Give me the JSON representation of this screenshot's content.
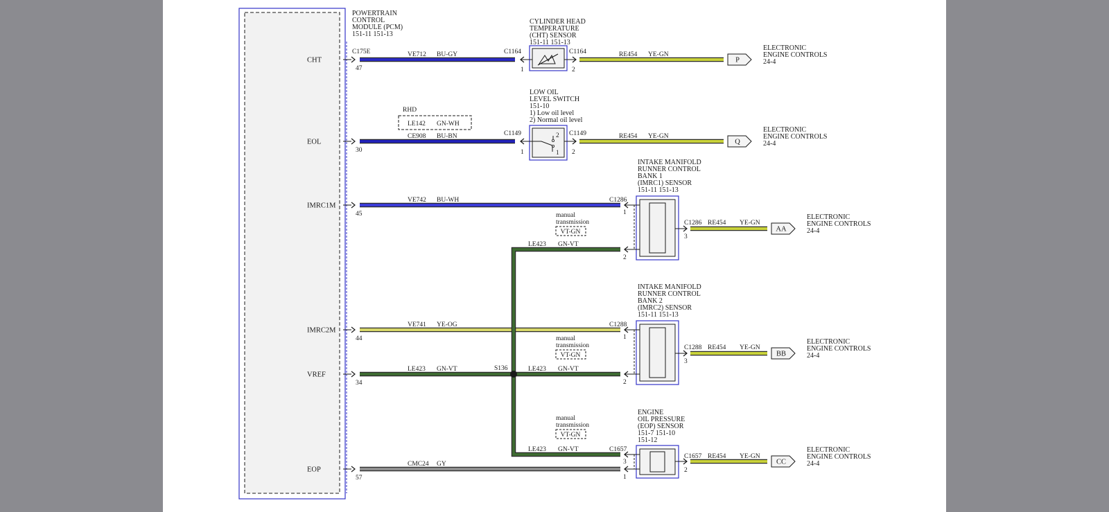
{
  "pcm": {
    "title": [
      "POWERTRAIN",
      "CONTROL",
      "MODULE (PCM)",
      "151-11   151-13"
    ],
    "connector": "C175E",
    "signals": [
      {
        "key": "cht",
        "name": "CHT",
        "pin": "47"
      },
      {
        "key": "eol",
        "name": "EOL",
        "pin": "30"
      },
      {
        "key": "imrc1m",
        "name": "IMRC1M",
        "pin": "45"
      },
      {
        "key": "imrc2m",
        "name": "IMRC2M",
        "pin": "44"
      },
      {
        "key": "vref",
        "name": "VREF",
        "pin": "34"
      },
      {
        "key": "eop",
        "name": "EOP",
        "pin": "57"
      }
    ]
  },
  "wires": {
    "cht": {
      "circuit": "VE712",
      "color_code": "BU-GY",
      "color": "#2b2bc4"
    },
    "eol": {
      "circuit": "CE908",
      "color_code": "BU-BN",
      "color": "#2222b8"
    },
    "eol_rhd": {
      "label": "RHD",
      "circuit": "LE142",
      "color_code": "GN-WH"
    },
    "imrc1m": {
      "circuit": "VE742",
      "color_code": "BU-WH",
      "color": "#3b3bd6"
    },
    "imrc2m": {
      "circuit": "VE741",
      "color_code": "YE-OG",
      "color": "#d8d86a"
    },
    "vref": {
      "circuit": "LE423",
      "color_code": "GN-VT",
      "color": "#3e6b32"
    },
    "eop": {
      "circuit": "CMC24",
      "color_code": "GY",
      "color": "#8e8e8e"
    },
    "splice": "S136",
    "vref_branch": {
      "circuit": "LE423",
      "color_code": "GN-VT"
    },
    "out": {
      "circuit": "RE454",
      "color_code": "YE-GN",
      "color": "#c9d23a"
    }
  },
  "manual_note": {
    "text": [
      "manual",
      "transmission"
    ],
    "alt_color_code": "VT-GN"
  },
  "components": {
    "cht_sensor": {
      "title": [
        "CYLINDER HEAD",
        "TEMPERATURE",
        "(CHT) SENSOR",
        "151-11   151-13"
      ],
      "conn_in": "C1164",
      "pin_in": "1",
      "conn_out": "C1164",
      "pin_out": "2"
    },
    "eol_switch": {
      "title": [
        "LOW OIL",
        "LEVEL SWITCH",
        "151-10",
        "1) Low oil level",
        "2) Normal oil level"
      ],
      "conn_in": "C1149",
      "pin_in": "1",
      "conn_out": "C1149",
      "pin_out": "2",
      "pos1": "1",
      "pos2": "2"
    },
    "imrc1": {
      "title": [
        "INTAKE MANIFOLD",
        "RUNNER CONTROL",
        "BANK 1",
        "(IMRC1) SENSOR",
        "151-11   151-13"
      ],
      "conn_in": "C1286",
      "pin_sig": "1",
      "pin_ref": "2",
      "conn_out": "C1286",
      "pin_out": "3"
    },
    "imrc2": {
      "title": [
        "INTAKE MANIFOLD",
        "RUNNER CONTROL",
        "BANK 2",
        "(IMRC2) SENSOR",
        "151-11   151-13"
      ],
      "conn_in": "C1288",
      "pin_sig": "1",
      "pin_ref": "2",
      "conn_out": "C1288",
      "pin_out": "3"
    },
    "eop_sensor": {
      "title": [
        "ENGINE",
        "OIL PRESSURE",
        "(EOP) SENSOR",
        "151-7    151-10",
        "151-12"
      ],
      "conn_in": "C1657",
      "pin_ref": "3",
      "pin_sig": "1",
      "conn_out": "C1657",
      "pin_out": "2"
    }
  },
  "destinations": [
    {
      "key": "cht",
      "tag": "P",
      "label": [
        "ELECTRONIC",
        "ENGINE CONTROLS",
        "24-4"
      ]
    },
    {
      "key": "eol",
      "tag": "Q",
      "label": [
        "ELECTRONIC",
        "ENGINE CONTROLS",
        "24-4"
      ]
    },
    {
      "key": "imrc1",
      "tag": "AA",
      "label": [
        "ELECTRONIC",
        "ENGINE CONTROLS",
        "24-4"
      ]
    },
    {
      "key": "imrc2",
      "tag": "BB",
      "label": [
        "ELECTRONIC",
        "ENGINE CONTROLS",
        "24-4"
      ]
    },
    {
      "key": "eop",
      "tag": "CC",
      "label": [
        "ELECTRONIC",
        "ENGINE CONTROLS",
        "24-4"
      ]
    }
  ]
}
